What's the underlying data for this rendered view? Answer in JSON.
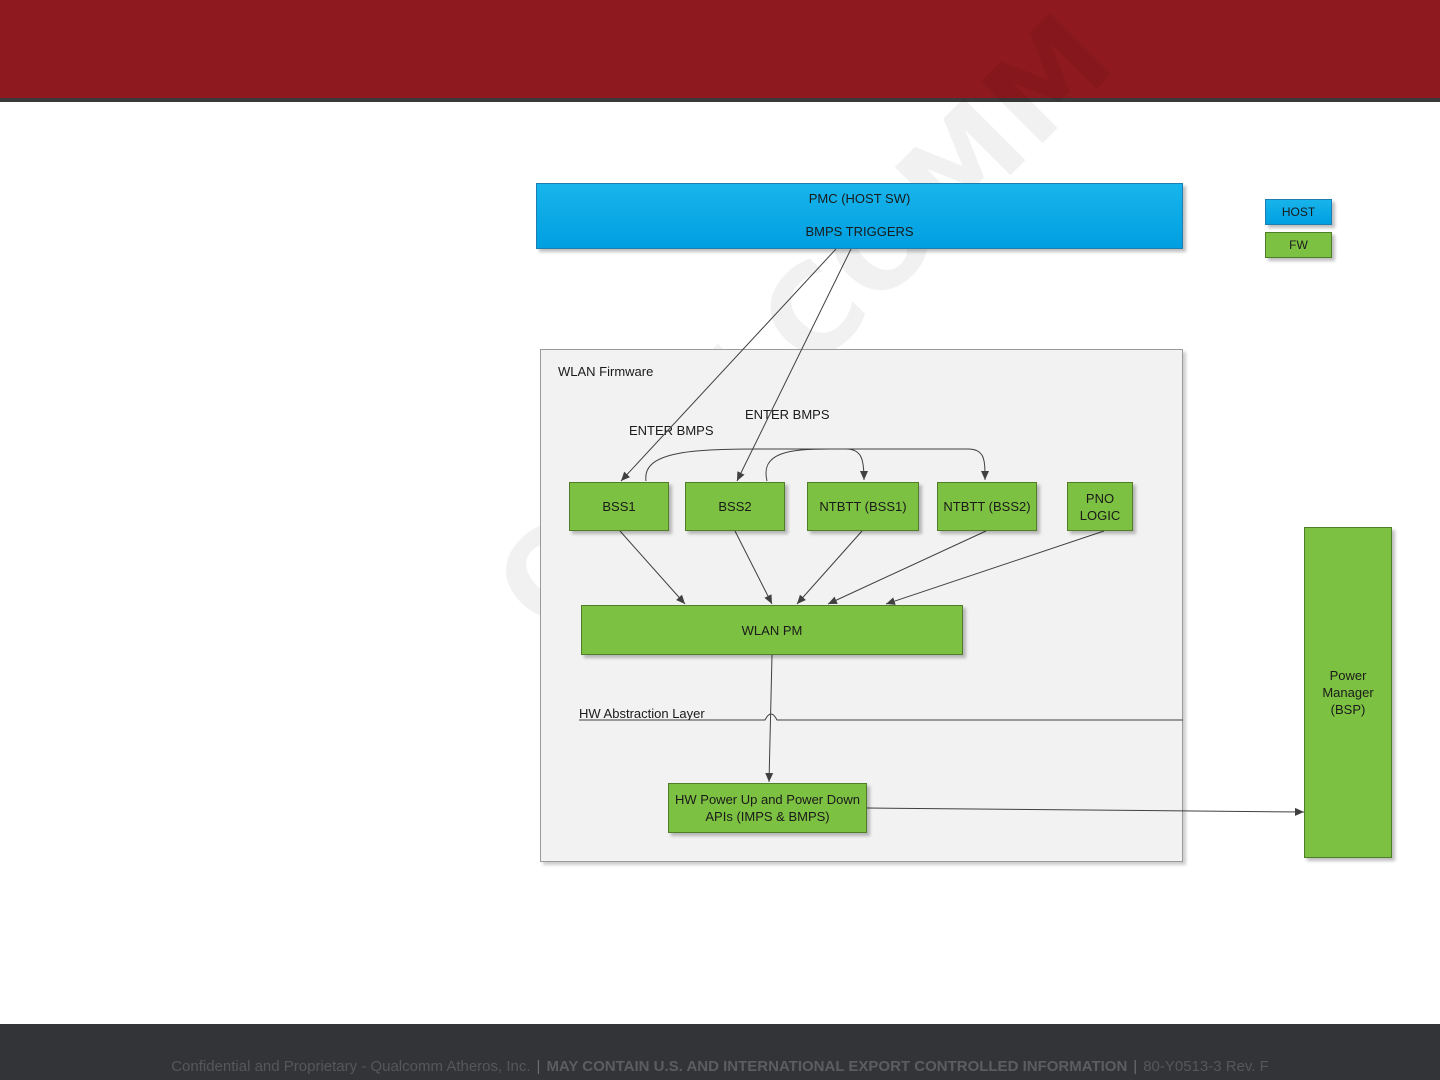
{
  "pmc": {
    "title": "PMC (HOST SW)",
    "subtitle": "BMPS TRIGGERS"
  },
  "legend": {
    "host": "HOST",
    "fw": "FW"
  },
  "firmware": {
    "title": "WLAN Firmware",
    "enter_bmps_1": "ENTER BMPS",
    "enter_bmps_2": "ENTER BMPS",
    "bss1": "BSS1",
    "bss2": "BSS2",
    "ntbtt1": "NTBTT (BSS1)",
    "ntbtt2": "NTBTT (BSS2)",
    "pno": "PNO LOGIC",
    "wlan_pm": "WLAN PM",
    "hal": "HW Abstraction Layer",
    "hw_power": "HW Power Up and Power Down APIs (IMPS & BMPS)"
  },
  "power_manager": "Power Manager (BSP)",
  "watermark": "QUALCOMM",
  "footer": {
    "left": "Confidential and Proprietary - Qualcomm Atheros, Inc.",
    "middle": "MAY CONTAIN U.S. AND INTERNATIONAL EXPORT CONTROLLED INFORMATION",
    "right": "80-Y0513-3  Rev. F"
  },
  "colors": {
    "header": "#8e1a1f",
    "footer": "#333437",
    "host": "#00a9e6",
    "fw": "#7dc142",
    "panel": "#f2f2f2"
  }
}
